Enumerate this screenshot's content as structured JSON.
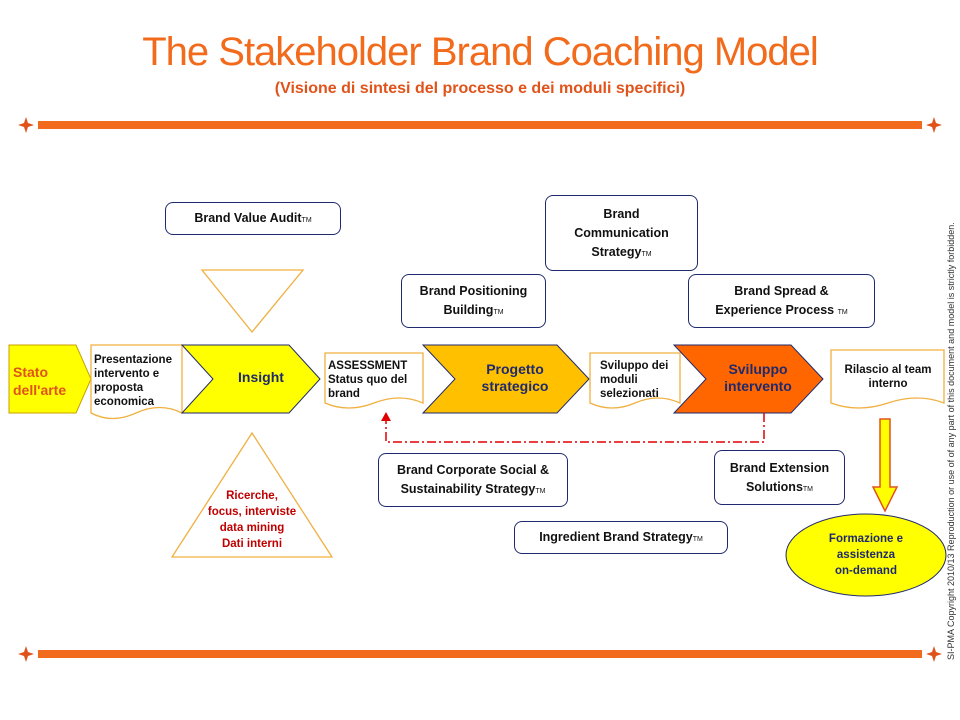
{
  "title": "The Stakeholder Brand Coaching Model",
  "subtitle": "(Visione di sintesi del processo e dei moduli specifici)",
  "flow": {
    "stato": "Stato\ndell'arte",
    "presentazione": "Presentazione\nintervento e\nproposta\neconomica",
    "insight": "Insight",
    "assessment": "ASSESSMENT\nStatus quo del\nbrand",
    "progetto": "Progetto\nstrategico",
    "sviluppo_moduli": "Sviluppo dei\nmoduli\nselezionati",
    "sviluppo_intervento": "Sviluppo\nintervento",
    "rilascio": "Rilascio al team\ninterno",
    "formazione": "Formazione e\nassistenza\non-demand",
    "ricerche": "Ricerche,\nfocus, interviste\ndata mining\nDati interni"
  },
  "modules": {
    "brand_value_audit": "Brand Value Audit",
    "brand_communication": "Brand\nCommunication\nStrategy",
    "brand_positioning": "Brand Positioning\nBuilding",
    "brand_spread": "Brand Spread &\nExperience Process",
    "brand_csr": "Brand Corporate Social &\nSustainability Strategy",
    "brand_extension": "Brand Extension\nSolutions",
    "ingredient": "Ingredient Brand Strategy"
  },
  "trademark": "TM",
  "copyright": "SI-PMA Copyright 2010/13 Reproduction or use of of any part of this document and model is strictly forbidden.",
  "colors": {
    "orange_line": "#f26a1b",
    "title": "#f26a1b",
    "yellow": "#ffff00",
    "gold": "#ffc000",
    "dark_orange": "#ff6600",
    "box_border": "#1f2a6e",
    "dash_red": "#e00000",
    "arrow_yellow": "#ffff00"
  }
}
